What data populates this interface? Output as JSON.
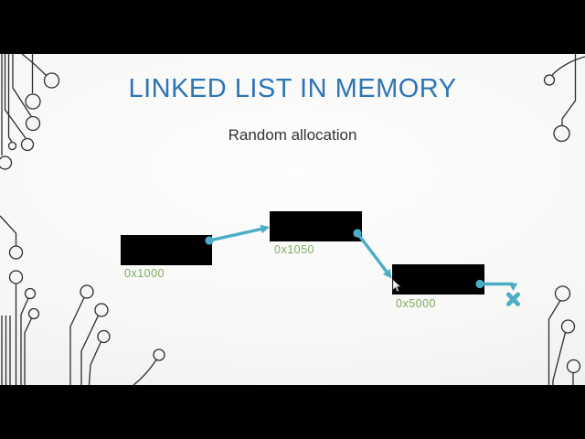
{
  "slide": {
    "title": "LINKED LIST IN MEMORY",
    "subtitle": "Random allocation"
  },
  "memory_blocks": [
    {
      "address": "0x1000",
      "points_to": "0x1050"
    },
    {
      "address": "0x1050",
      "points_to": "0x5000"
    },
    {
      "address": "0x5000",
      "points_to": "null"
    }
  ],
  "diagram": {
    "terminator": "x-cross (null pointer)",
    "connector_style": "dot-origin arrow"
  },
  "colors": {
    "title_blue": "#2E75B6",
    "subtitle_gray": "#333333",
    "address_green": "#7CAC5F",
    "connector_teal": "#4BACC6",
    "block_fill": "#000000",
    "letterbox": "#000000",
    "circuit_trace": "#2c2c2c"
  },
  "icons": {
    "terminator": "x-cross-icon",
    "pointer": "mouse-pointer-icon",
    "decoration": "circuit-trace-decoration"
  }
}
